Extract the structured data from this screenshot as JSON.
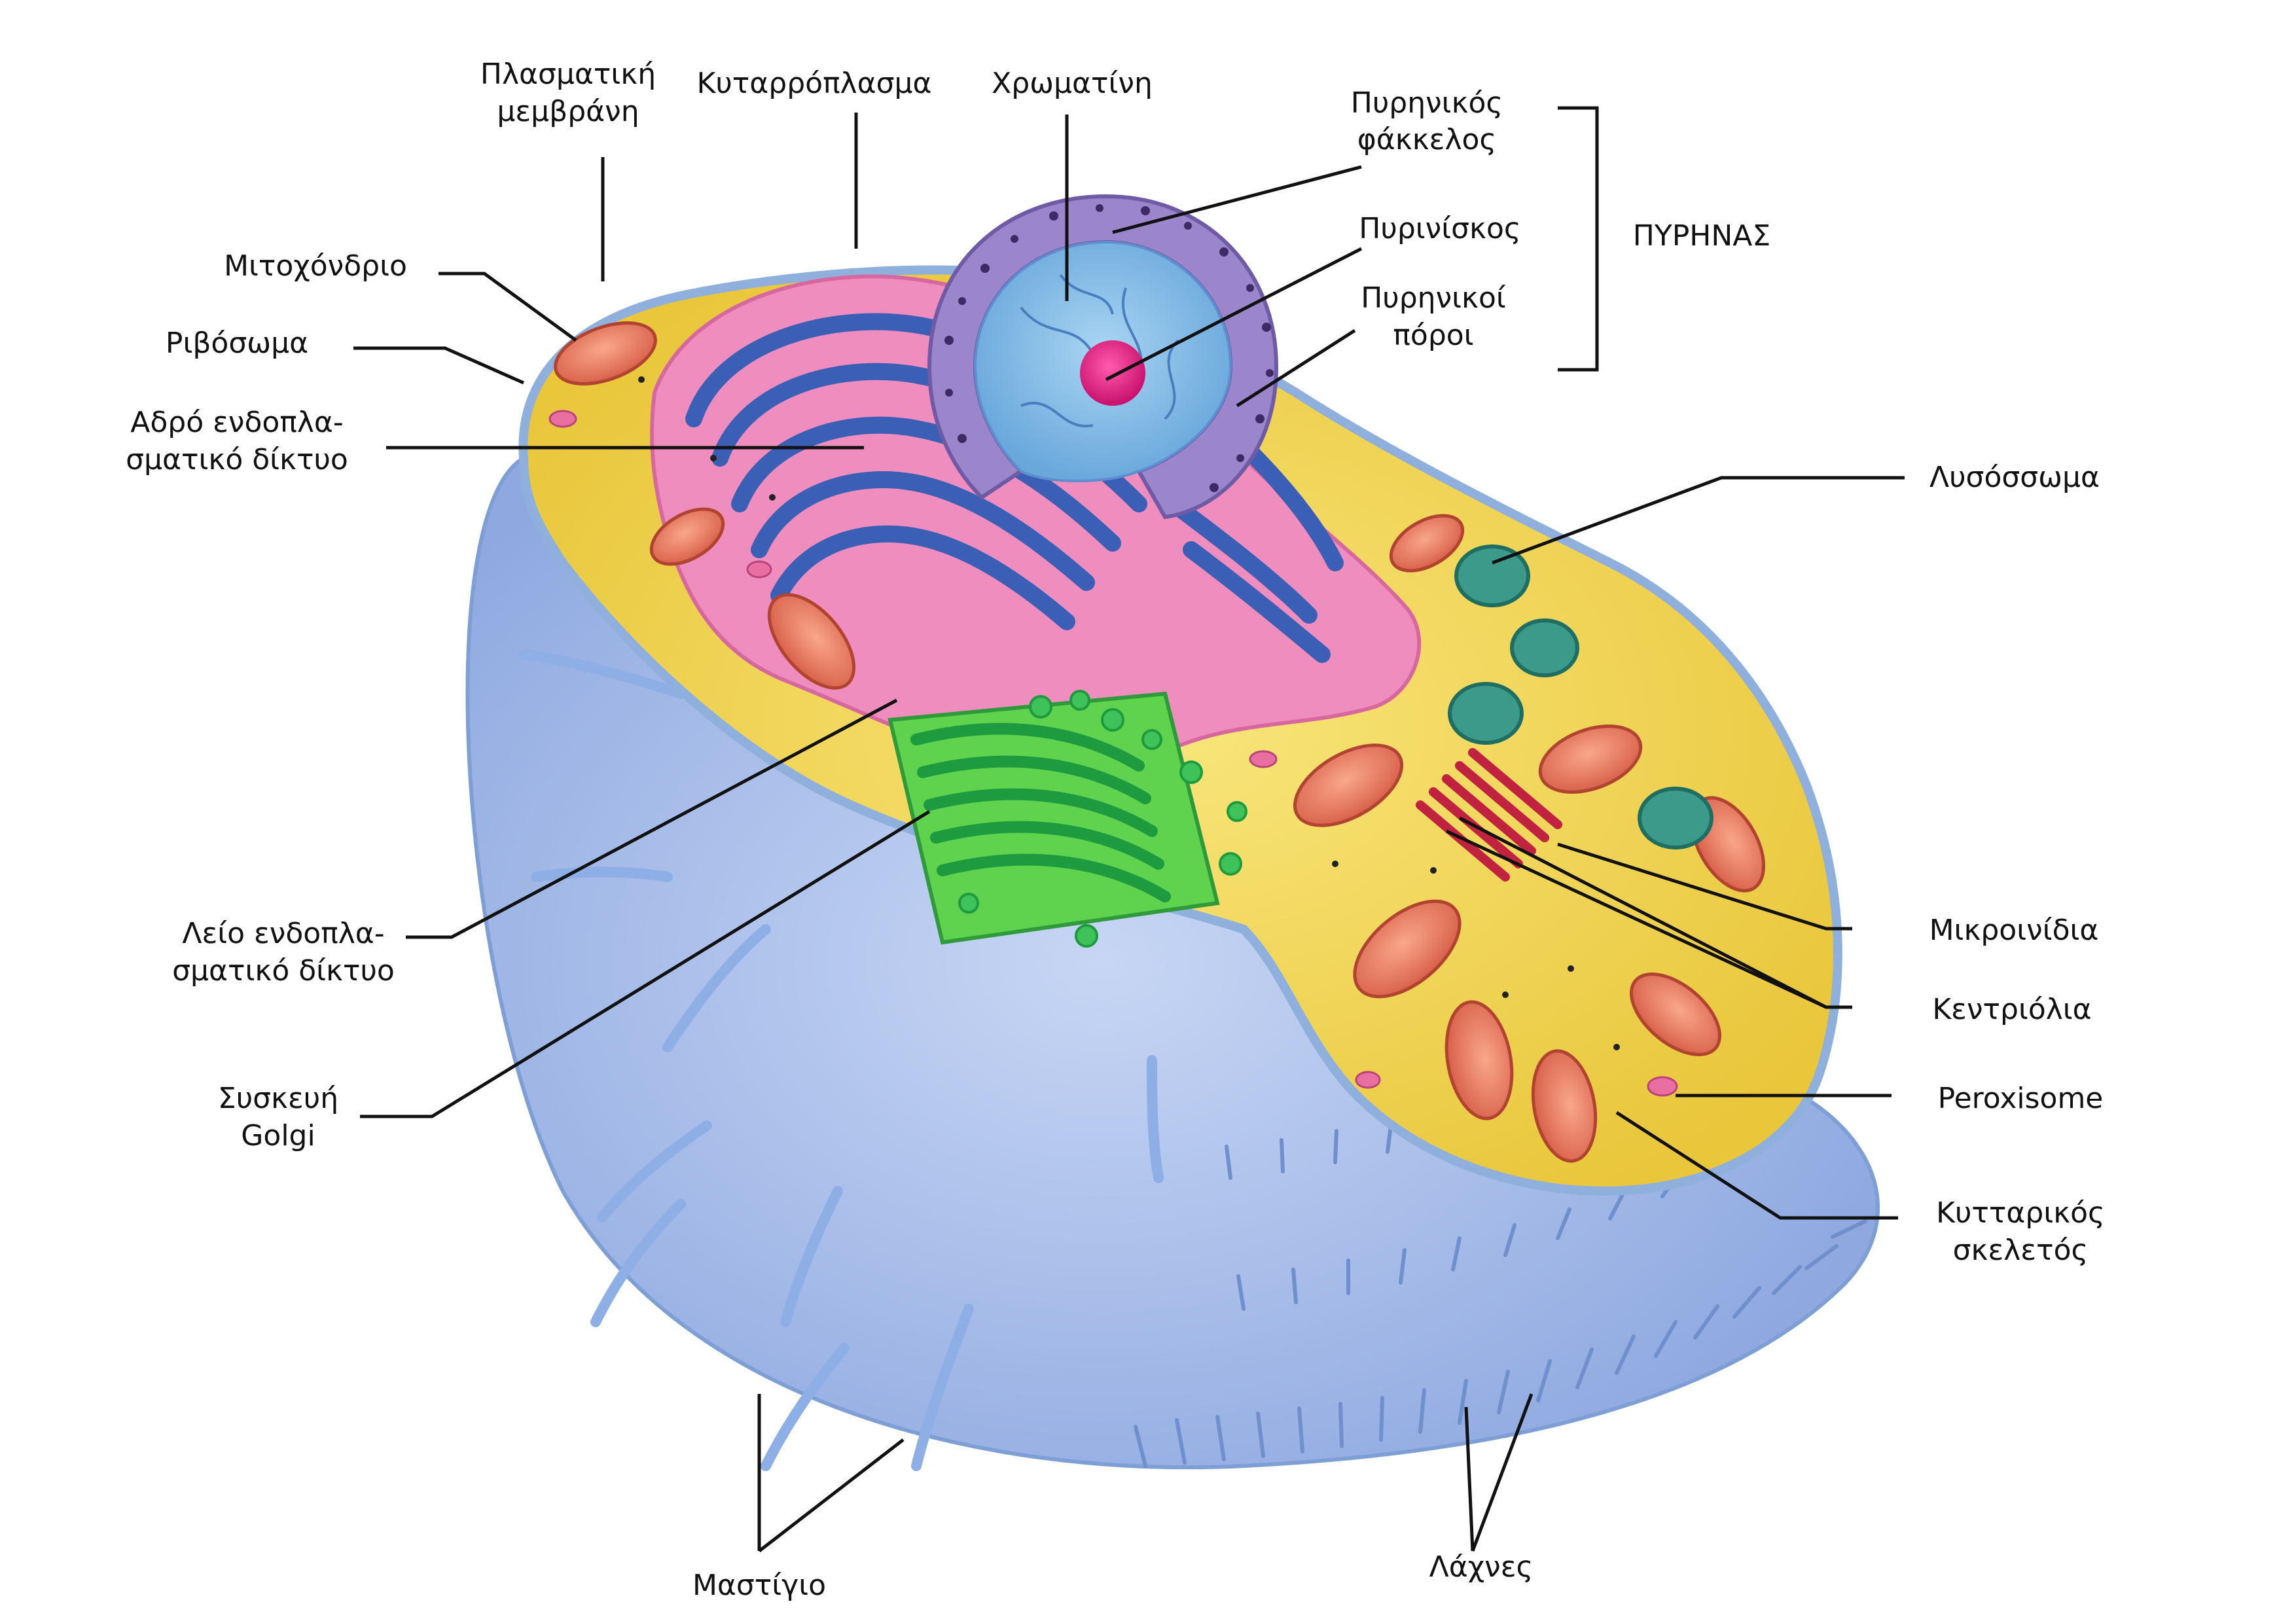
{
  "labels": {
    "plasma_membrane": [
      "Πλασματική",
      "μεμβράνη"
    ],
    "cytoplasm": "Κυταρρόπλασμα",
    "chromatin": "Χρωματίνη",
    "nuclear_envelope": [
      "Πυρηνικός",
      "φάκκελος"
    ],
    "nucleolus": "Πυρινίσκος",
    "nuclear_pores": [
      "Πυρηνικοί",
      "πόροι"
    ],
    "nucleus_group": "ΠΥΡΗΝΑΣ",
    "mitochondrion": "Μιτοχόνδριο",
    "ribosome": "Ριβόσωμα",
    "rough_er": [
      "Αδρό ενδοπλα-",
      "σματικό δίκτυο"
    ],
    "lysosome": "Λυσόσσωμα",
    "smooth_er": [
      "Λείο ενδοπλα-",
      "σματικό δίκτυο"
    ],
    "microfilaments": "Μικροινίδια",
    "centrioles": "Κεντριόλια",
    "golgi": [
      "Συσκευή",
      "Golgi"
    ],
    "peroxisome": "Peroxisome",
    "cytoskeleton": [
      "Κυτταρικός",
      "σκελετός"
    ],
    "flagellum": "Μαστίγιο",
    "cilia": "Λάχνες"
  },
  "colors": {
    "membrane_blue": "#a9bde8",
    "membrane_edge": "#7d9fd6",
    "cytoplasm_yellow": "#f2d64c",
    "rough_er_pink": "#f08dbd",
    "er_blue": "#3a5fb5",
    "golgi_green": "#3fc25a",
    "nucleus_purple": "#9b86cc",
    "nucleus_inner": "#8cc4ea",
    "nucleolus": "#e2197f",
    "mitochondrion": "#f08a6a",
    "lysosome": "#2f8a7a",
    "centriole": "#c0223f",
    "leader": "#111111"
  }
}
